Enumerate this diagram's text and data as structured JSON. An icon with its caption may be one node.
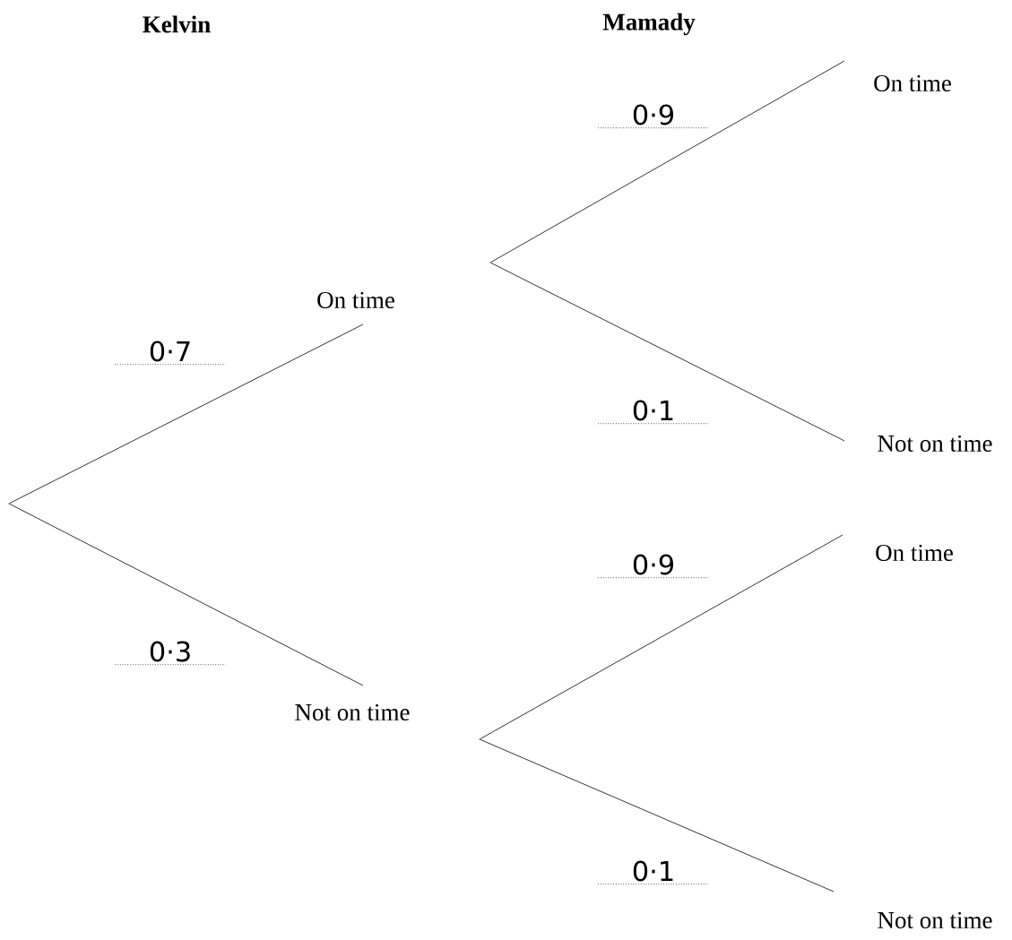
{
  "diagram": {
    "nodes": [
      {
        "text": [],
        "shape": "point"
      },
      {
        "text": [
          "On time"
        ]
      },
      {
        "text": [],
        "shape": "point"
      },
      {
        "text": [
          "On time"
        ]
      },
      {
        "text": [
          "Not on time"
        ]
      },
      {
        "text": [
          "Not on time"
        ]
      },
      {
        "text": [],
        "shape": "point"
      },
      {
        "text": [
          "On time"
        ]
      },
      {
        "text": [
          "Not on time"
        ]
      }
    ],
    "edges": [
      {
        "from": 0,
        "to": 1,
        "arrow": "none",
        "label": "0·7"
      },
      {
        "from": 0,
        "to": 5,
        "arrow": "none",
        "label": "0·3"
      },
      {
        "from": 2,
        "to": 3,
        "arrow": "none",
        "label": "0·9"
      },
      {
        "from": 2,
        "to": 4,
        "arrow": "none",
        "label": "0·1"
      },
      {
        "from": 6,
        "to": 7,
        "arrow": "none",
        "label": "0·9"
      },
      {
        "from": 6,
        "to": 8,
        "arrow": "none",
        "label": "0·1"
      }
    ],
    "labels": [
      "Kelvin",
      "Mamady"
    ]
  }
}
